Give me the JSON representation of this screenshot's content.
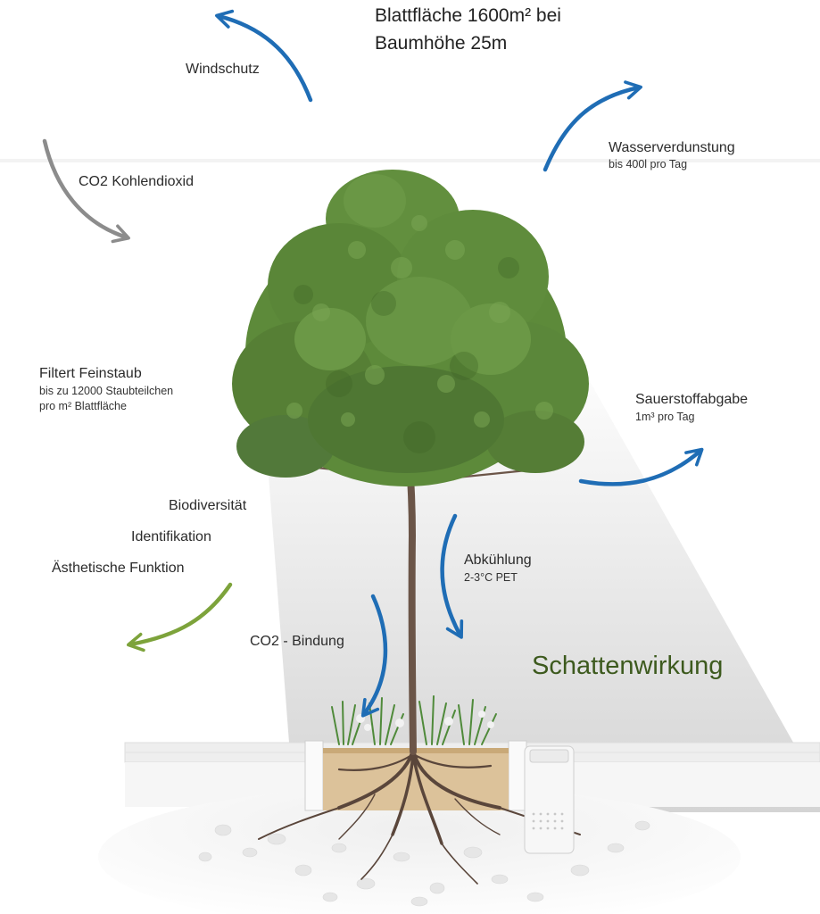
{
  "title": {
    "line1": "Blattfläche 1600m² bei",
    "line2": "Baumhöhe 25m"
  },
  "labels": {
    "windschutz": "Windschutz",
    "co2_kohlendioxid": "CO2 Kohlendioxid",
    "wasser": {
      "main": "Wasserverdunstung",
      "sub": "bis 400l pro Tag"
    },
    "feinstaub": {
      "main": "Filtert Feinstaub",
      "sub1": "bis zu 12000 Staubteilchen",
      "sub2": "pro m² Blattfläche"
    },
    "sauerstoff": {
      "main": "Sauerstoffabgabe",
      "sub": "1m³ pro Tag"
    },
    "biodiversitaet": "Biodiversität",
    "identifikation": "Identifikation",
    "aesthetik": "Ästhetische Funktion",
    "abkuehlung": {
      "main": "Abkühlung",
      "sub": "2-3°C PET"
    },
    "co2_bindung": "CO2 - Bindung",
    "schatten": "Schattenwirkung"
  },
  "colors": {
    "blue_arrow": "#1f6db5",
    "gray_arrow": "#8c8c8c",
    "green_arrow": "#7da33b",
    "shadow_text": "#3d5a1e",
    "foliage": "#5d8a3a",
    "trunk": "#6b5548",
    "soil": "#dcc29a"
  }
}
